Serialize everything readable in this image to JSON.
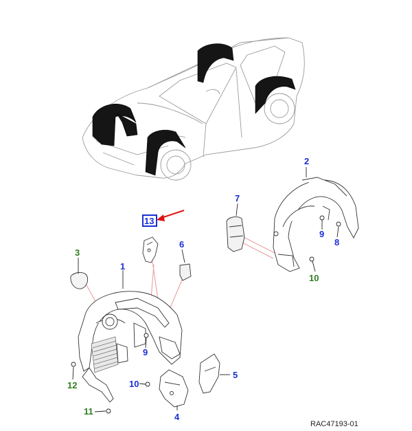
{
  "diagram": {
    "reference_code": "RAC47193-01",
    "colors": {
      "blue_callout": "#1a2fd6",
      "green_callout": "#2e7d1f",
      "highlight_arrow": "#e01010",
      "leader_line": "#e8a0a0",
      "part_outline": "#333333",
      "part_dark": "#111111"
    },
    "callouts": [
      {
        "id": "c1",
        "label": "1",
        "color": "blue"
      },
      {
        "id": "c2",
        "label": "2",
        "color": "blue"
      },
      {
        "id": "c3",
        "label": "3",
        "color": "green"
      },
      {
        "id": "c4",
        "label": "4",
        "color": "blue"
      },
      {
        "id": "c5",
        "label": "5",
        "color": "blue"
      },
      {
        "id": "c6",
        "label": "6",
        "color": "blue"
      },
      {
        "id": "c7",
        "label": "7",
        "color": "blue"
      },
      {
        "id": "c8",
        "label": "8",
        "color": "blue"
      },
      {
        "id": "c9a",
        "label": "9",
        "color": "blue"
      },
      {
        "id": "c9b",
        "label": "9",
        "color": "blue"
      },
      {
        "id": "c10a",
        "label": "10",
        "color": "green"
      },
      {
        "id": "c10b",
        "label": "10",
        "color": "blue"
      },
      {
        "id": "c11",
        "label": "11",
        "color": "green"
      },
      {
        "id": "c12",
        "label": "12",
        "color": "green"
      },
      {
        "id": "c13",
        "label": "13",
        "color": "blue",
        "highlighted": true
      }
    ]
  }
}
